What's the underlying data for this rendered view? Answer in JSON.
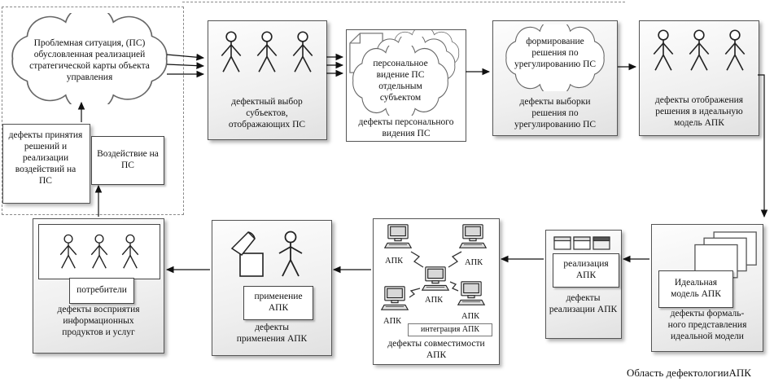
{
  "region": {
    "label": "Область дефектологииАПК"
  },
  "problem": {
    "text": "Проблемная ситуация, (ПС) обусловленная реализацией стратегической карты объекта управления"
  },
  "decision": {
    "defects": "дефекты принятия решений и реализации воздействий на ПС",
    "impact": "Воздействие на ПС"
  },
  "selection": {
    "defects": "дефектный выбор субъектов, отображающих ПС"
  },
  "personal": {
    "vision": "персональное видение ПС отдельным субъектом",
    "defects": "дефекты персонального видения ПС"
  },
  "resolution": {
    "forming": "формирование решения по урегулированию ПС",
    "defects": "дефекты выборки решения по урегулированию ПС"
  },
  "mapping": {
    "defects": "дефекты отображения решения в идеальную модель АПК"
  },
  "ideal": {
    "label": "Идеальная модель АПК",
    "defects": [
      "дефекты формаль-",
      "ного представления",
      "идеальной модели"
    ]
  },
  "implementation": {
    "label": "реализация АПК",
    "defects": "дефекты реализации АПК"
  },
  "integration": {
    "apk": "АПК",
    "label": "интеграция АПК",
    "defects": "дефекты совместимости АПК"
  },
  "application": {
    "label": "применение АПК",
    "defects": "дефекты применения АПК"
  },
  "consumers": {
    "label": "потребители",
    "defects": "дефекты восприятия информационных продуктов и услуг"
  },
  "icons": {
    "person": "person-icon",
    "cloud": "cloud-icon",
    "computer": "computer-icon",
    "pages": "pages-icon",
    "megaphone": "megaphone-icon",
    "lightning": "lightning-icon",
    "windows": "windows-icon",
    "document": "document-icon"
  }
}
